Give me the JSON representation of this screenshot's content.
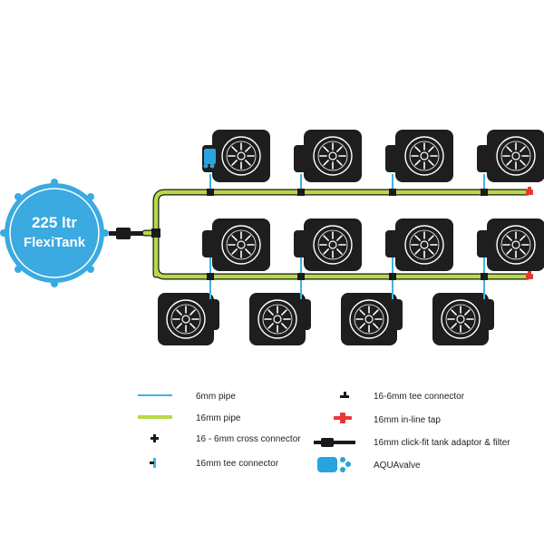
{
  "colors": {
    "pipe_6mm": "#3fb4e6",
    "pipe_16mm": "#b7d948",
    "pipe_16mm_outline": "#1a1a1a",
    "tank": "#3aaae0",
    "pot": "#1e1e1e",
    "tap": "#e53935",
    "aquavalve": "#29a3de"
  },
  "tank": {
    "line1": "225 ltr",
    "line2": "FlexiTank"
  },
  "legend": {
    "pipe_6mm": "6mm pipe",
    "pipe_16mm": "16mm pipe",
    "cross_connector": "16 - 6mm cross connector",
    "tee_16mm": "16mm tee connector",
    "tee_16_6mm": "16-6mm tee connector",
    "inline_tap": "16mm in-line tap",
    "tank_adaptor": "16mm click-fit tank adaptor & filter",
    "aquavalve": "AQUAvalve"
  },
  "icons": {
    "pot": "pot-icon",
    "tap": "tap-icon",
    "aquavalve": "aquavalve-icon",
    "tee": "tee-connector-icon",
    "cross": "cross-connector-icon"
  }
}
